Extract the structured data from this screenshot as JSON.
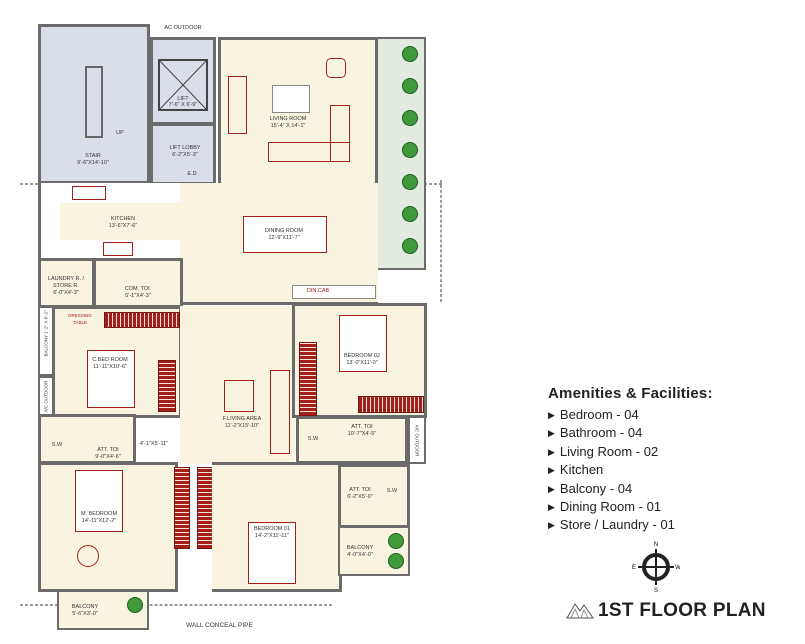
{
  "plan": {
    "labels": {
      "ac_outdoor": "AC OUTDOOR",
      "up": "UP",
      "ed": "E.D",
      "din_cab": "DIN.CAB",
      "dressing_table": "DRESSING TABLE",
      "wall_conceal_pipe": "WALL CONCEAL PIPE",
      "corridor": "4'-1\"X5'-11\"",
      "sw": "S.W",
      "ac_outdoor_vertical": "A/C OUTDOOR",
      "balcony_side": "BALCONY 1'-2\" X 6'-2\""
    },
    "rooms": {
      "stair": {
        "name": "STAIR",
        "dims": "9'-6\"X14'-10\""
      },
      "lift": {
        "name": "LIFT",
        "dims": "7'-6\" X 6'-9\""
      },
      "lift_lobby": {
        "name": "LIFT LOBBY",
        "dims": "6'-2\"X5'-3\""
      },
      "living_room": {
        "name": "LIVING ROOM",
        "dims": "15'-4\" X 14'-1\""
      },
      "kitchen": {
        "name": "KITCHEN",
        "dims": "13'-6\"X7'-6\""
      },
      "dining_room": {
        "name": "DINING ROOM",
        "dims": "12'-9\"X11'-7\""
      },
      "laundry": {
        "name": "LAUNDRY R. / STORE R.",
        "dims": "6'-0\"X4'-3\""
      },
      "com_toilet": {
        "name": "COM. TOI.",
        "dims": "5'-1\"X4'-3\""
      },
      "c_bed_room": {
        "name": "C.BED ROOM",
        "dims": "11'-11\"X10'-6\""
      },
      "f_living_area": {
        "name": "F.LIVING AREA",
        "dims": "11'-2\"X15'-10\""
      },
      "bedroom_02": {
        "name": "BEDROOM 02",
        "dims": "13'-0\"X11'-0\""
      },
      "att_toi_left": {
        "name": "ATT. TOI",
        "dims": "9'-0\"X4'-6\""
      },
      "att_toi_right": {
        "name": "ATT. TOI",
        "dims": "10'-7\"X4'-5\""
      },
      "m_bedroom": {
        "name": "M. BEDROOM",
        "dims": "14'-11\"X12'-2\""
      },
      "bedroom_01": {
        "name": "BEDROOM 01",
        "dims": "14'-2\"X11'-11\""
      },
      "att_toi_small": {
        "name": "ATT. TOI",
        "dims": "6'-2\"X5'-0\""
      },
      "balcony_small": {
        "name": "BALCONY",
        "dims": "4'-0\"X4'-0\""
      },
      "balcony_bottom": {
        "name": "BALCONY",
        "dims": "5'-6\"X3'-0\""
      }
    }
  },
  "amenities": {
    "title": "Amenities & Facilities:",
    "items": [
      "Bedroom - 04",
      "Bathroom - 04",
      "Living Room - 02",
      "Kitchen",
      "Balcony - 04",
      "Dining Room - 01",
      "Store / Laundry - 01"
    ]
  },
  "compass": {
    "n": "N",
    "s": "S",
    "e": "E",
    "w": "W"
  },
  "footer": {
    "title": "1ST FLOOR PLAN"
  }
}
